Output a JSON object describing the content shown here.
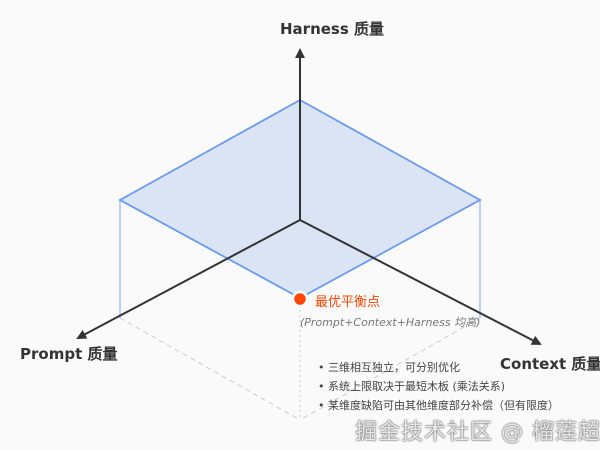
{
  "axes": {
    "harness": "Harness 质量",
    "prompt": "Prompt 质量",
    "context": "Context 质量"
  },
  "optimum": {
    "label": "最优平衡点",
    "sublabel": "(Prompt+Context+Harness 均高)"
  },
  "bullets": [
    "• 三维相互独立，可分别优化",
    "• 系统上限取决于最短木板 (乘法关系)",
    "• 某维度缺陷可由其他维度部分补偿（但有限度）"
  ],
  "watermark": "掘金技术社区 @ 榴莲超人",
  "colors": {
    "plane": "#6495ed",
    "plane_fill": "#dae3f5",
    "axis": "#333333",
    "optimum": "#ff4500"
  }
}
